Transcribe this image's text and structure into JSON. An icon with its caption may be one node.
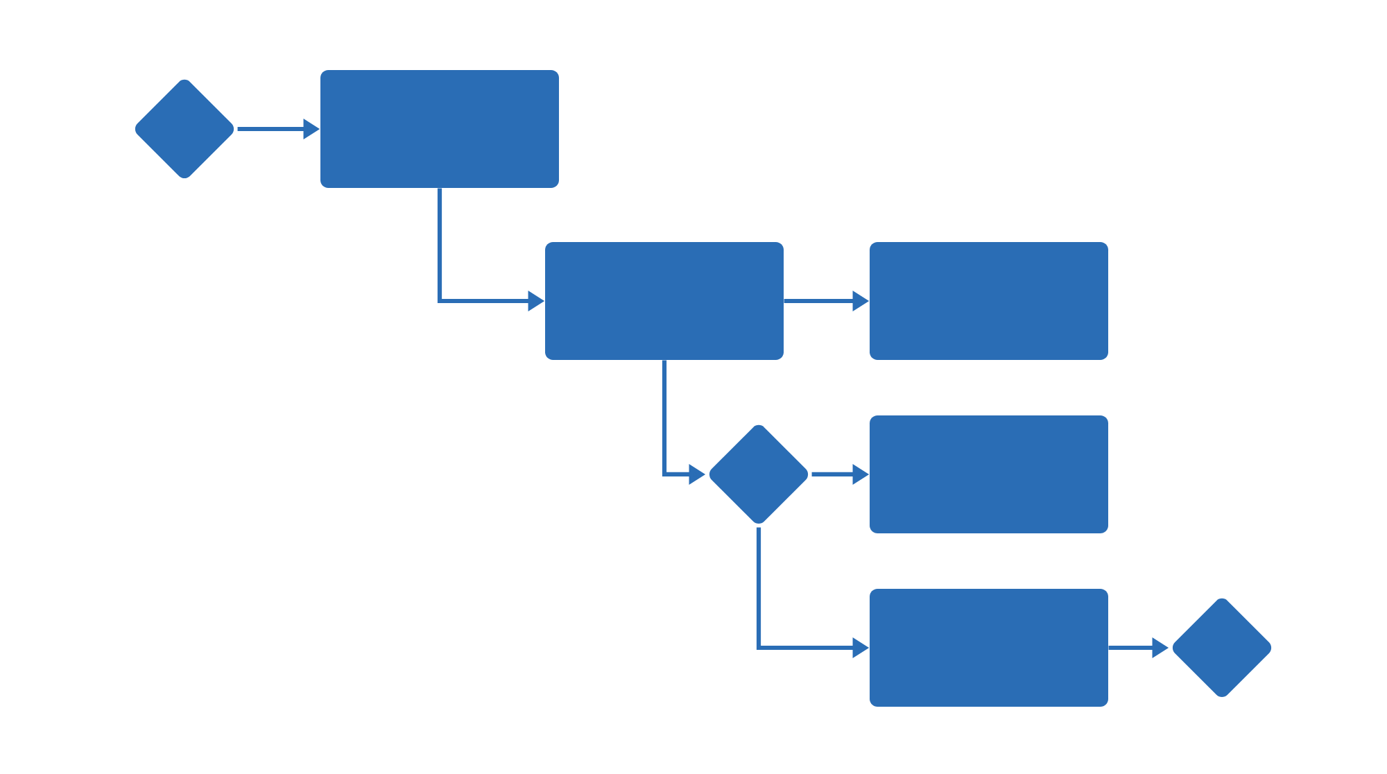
{
  "diagram": {
    "nodes": [
      {
        "text": [],
        "shape": "diamond"
      },
      {
        "text": [],
        "shape": "box"
      },
      {
        "text": [],
        "shape": "box"
      },
      {
        "text": [],
        "shape": "box"
      },
      {
        "text": [],
        "shape": "diamond"
      },
      {
        "text": [],
        "shape": "box"
      },
      {
        "text": [],
        "shape": "box"
      },
      {
        "text": [],
        "shape": "diamond"
      }
    ],
    "edges": [
      {
        "from": 0,
        "to": 1,
        "arrow": "to"
      },
      {
        "from": 1,
        "to": 2,
        "arrow": "to"
      },
      {
        "from": 2,
        "to": 3,
        "arrow": "to"
      },
      {
        "from": 2,
        "to": 4,
        "arrow": "to"
      },
      {
        "from": 4,
        "to": 5,
        "arrow": "to"
      },
      {
        "from": 4,
        "to": 6,
        "arrow": "to"
      },
      {
        "from": 6,
        "to": 7,
        "arrow": "to"
      }
    ]
  }
}
